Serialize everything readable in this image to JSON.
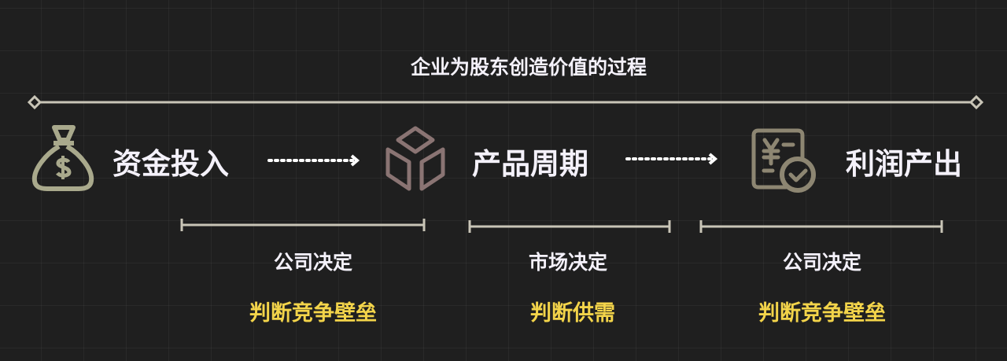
{
  "title": "企业为股东创造价值的过程",
  "steps": [
    {
      "label": "资金投入",
      "icon": "money-bag-icon"
    },
    {
      "label": "产品周期",
      "icon": "cube-icon"
    },
    {
      "label": "利润产出",
      "icon": "receipt-check-icon"
    }
  ],
  "segments": [
    {
      "decider": "公司决定",
      "judgement": "判断竞争壁垒"
    },
    {
      "decider": "市场决定",
      "judgement": "判断供需"
    },
    {
      "decider": "公司决定",
      "judgement": "判断竞争壁垒"
    }
  ],
  "colors": {
    "line": "#c9c5b7",
    "money_icon": "#a9a98c",
    "cube_icon": "#8a7473",
    "receipt_icon": "#8d8672",
    "highlight": "#f3d44a"
  }
}
